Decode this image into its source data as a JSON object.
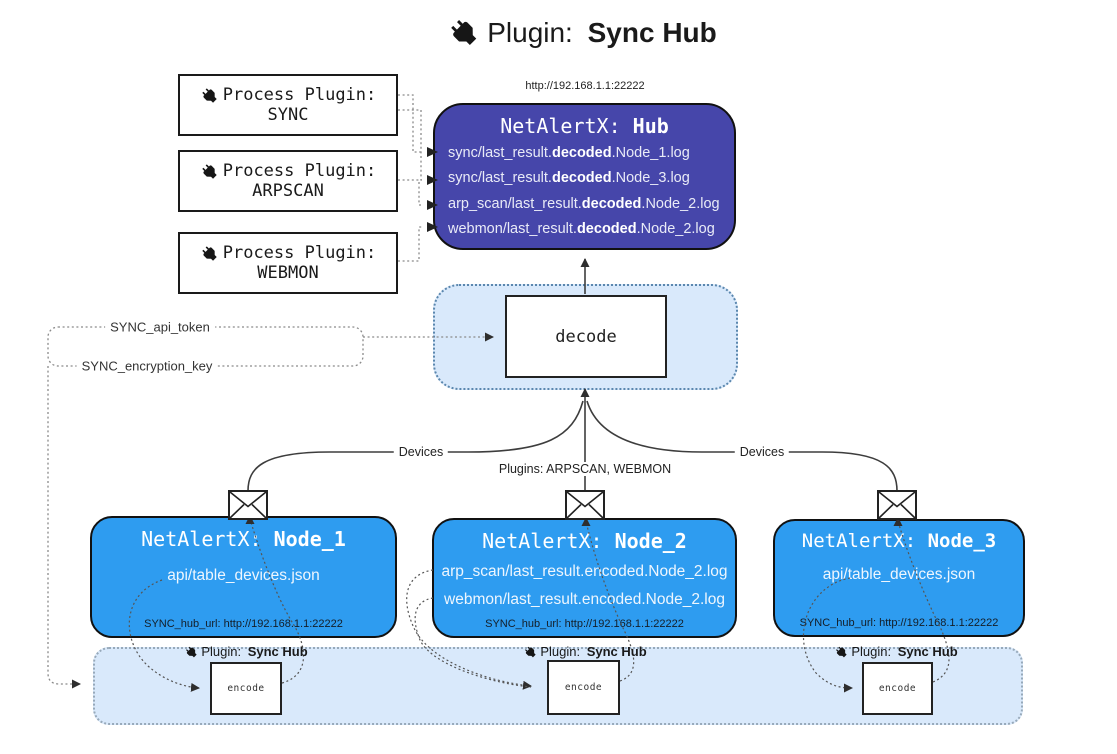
{
  "title": {
    "icon": "plug-icon",
    "prefix": "Plugin: ",
    "name": "Sync Hub"
  },
  "hub": {
    "url": "http://192.168.1.1:22222",
    "title_prefix": "NetAlertX: ",
    "title_name": "Hub",
    "log_lines": [
      {
        "pre": "sync/last_result.",
        "bold": "decoded",
        "post": ".Node_1.log"
      },
      {
        "pre": "sync/last_result.",
        "bold": "decoded",
        "post": ".Node_3.log"
      },
      {
        "pre": "arp_scan/last_result.",
        "bold": "decoded",
        "post": ".Node_2.log"
      },
      {
        "pre": "webmon/last_result.",
        "bold": "decoded",
        "post": ".Node_2.log"
      }
    ]
  },
  "process_plugins": [
    {
      "label": "Process Plugin:",
      "name": "SYNC"
    },
    {
      "label": "Process Plugin:",
      "name": "ARPSCAN"
    },
    {
      "label": "Process Plugin:",
      "name": "WEBMON"
    }
  ],
  "settings": {
    "api_token": "SYNC_api_token",
    "encryption_key": "SYNC_encryption_key"
  },
  "decode": {
    "label": "decode"
  },
  "edge_labels": {
    "devices_left": "Devices",
    "devices_right": "Devices",
    "plugins_middle": "Plugins: ARPSCAN, WEBMON"
  },
  "nodes": [
    {
      "title_prefix": "NetAlertX: ",
      "title_name": "Node_1",
      "lines": [
        "api/table_devices.json"
      ],
      "hub_url": "SYNC_hub_url: http://192.168.1.1:22222"
    },
    {
      "title_prefix": "NetAlertX: ",
      "title_name": "Node_2",
      "lines": [
        "arp_scan/last_result.encoded.Node_2.log",
        "webmon/last_result.encoded.Node_2.log"
      ],
      "hub_url": "SYNC_hub_url: http://192.168.1.1:22222"
    },
    {
      "title_prefix": "NetAlertX: ",
      "title_name": "Node_3",
      "lines": [
        "api/table_devices.json"
      ],
      "hub_url": "SYNC_hub_url: http://192.168.1.1:22222"
    }
  ],
  "encoders": [
    {
      "plugin_prefix": "Plugin: ",
      "plugin_name": "Sync Hub",
      "label": "encode"
    },
    {
      "plugin_prefix": "Plugin: ",
      "plugin_name": "Sync Hub",
      "label": "encode"
    },
    {
      "plugin_prefix": "Plugin: ",
      "plugin_name": "Sync Hub",
      "label": "encode"
    }
  ],
  "colors": {
    "hub_fill": "#4646aa",
    "node_fill": "#2e9cf0",
    "panel_fill": "#d9e9fb",
    "box_border": "#1a1a1a",
    "solid_line": "#3d3d3d",
    "dotted_line": "#666666"
  }
}
